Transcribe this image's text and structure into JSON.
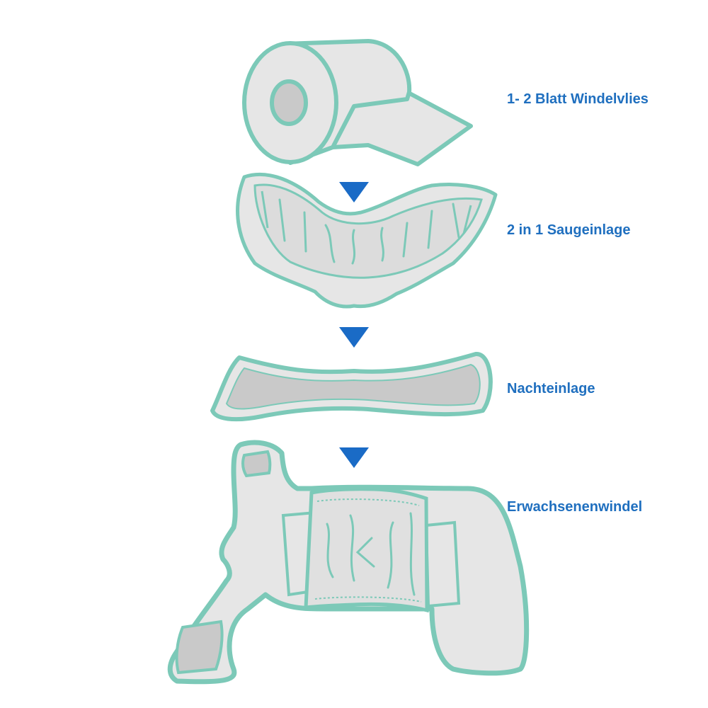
{
  "colors": {
    "outline": "#7cc9b8",
    "fill": "#e6e6e6",
    "shade": "#c9c9c9",
    "arrow": "#1a6bc6",
    "label": "#1f6fbf"
  },
  "steps": [
    {
      "label": "1- 2 Blatt Windelvlies",
      "icon": "paper-roll-icon"
    },
    {
      "label": "2 in 1 Saugeinlage",
      "icon": "absorbent-insert-icon"
    },
    {
      "label": "Nachteinlage",
      "icon": "night-insert-icon"
    },
    {
      "label": "Erwachsenenwindel",
      "icon": "adult-diaper-icon"
    }
  ],
  "arrows": [
    {
      "icon": "arrow-down-icon"
    },
    {
      "icon": "arrow-down-icon"
    },
    {
      "icon": "arrow-down-icon"
    }
  ]
}
